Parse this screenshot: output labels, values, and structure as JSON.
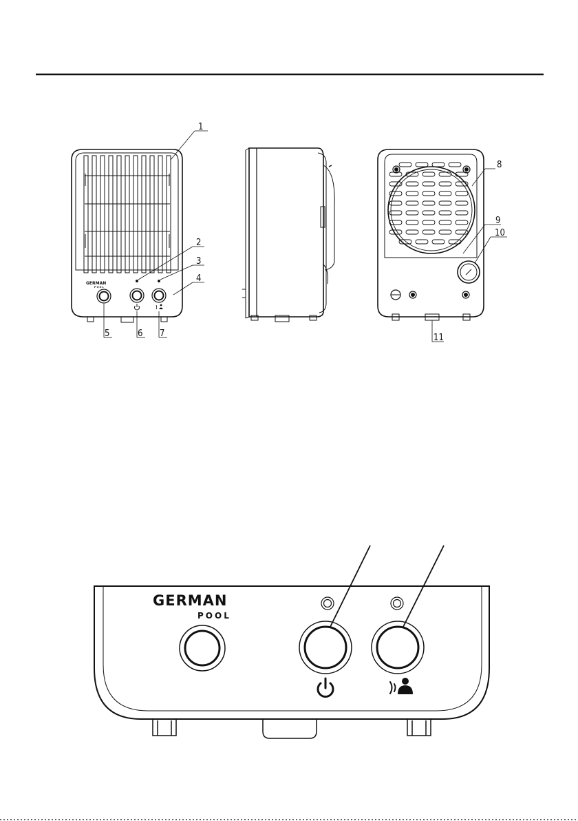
{
  "brand": {
    "name": "GERMAN",
    "sub": "POOL"
  },
  "callouts": [
    "1",
    "2",
    "3",
    "4",
    "5",
    "6",
    "7",
    "8",
    "9",
    "10",
    "11"
  ],
  "icons": {
    "power": "power-icon",
    "presence": "presence-sensor-icon"
  }
}
